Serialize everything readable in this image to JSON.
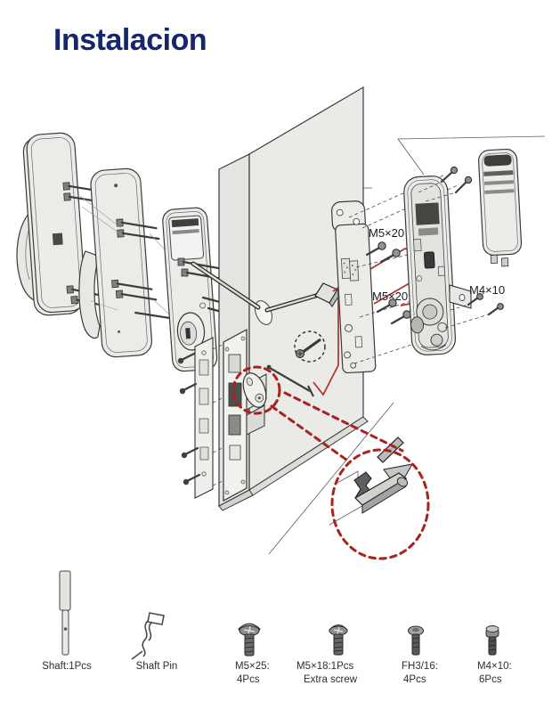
{
  "page": {
    "title": "Instalacion",
    "title_style": "color:#16266b"
  },
  "colors": {
    "title_navy": "#16266b",
    "highlight_red": "#b0302a",
    "detail_red": "#a8221e",
    "line_gray": "#3a3a3a"
  },
  "diagram": {
    "labels": {
      "m5x20_upper": "M5×20",
      "m5x20_lower": "M5×20",
      "m4x10": "M4×10"
    }
  },
  "parts": {
    "items": [
      {
        "name": "shaft",
        "line1": "Shaft:1Pcs",
        "line2": ""
      },
      {
        "name": "shaft-pin",
        "line1": "Shaft Pin",
        "line2": ""
      },
      {
        "name": "m5x25-screw",
        "line1": "M5×25:",
        "line2": "4Pcs"
      },
      {
        "name": "m5x18-screw",
        "line1": "M5×18:1Pcs",
        "line2": "Extra screw"
      },
      {
        "name": "fh316-screw",
        "line1": "FH3/16:",
        "line2": "4Pcs"
      },
      {
        "name": "m4x10-screw",
        "line1": "M4×10:",
        "line2": "6Pcs"
      }
    ]
  }
}
